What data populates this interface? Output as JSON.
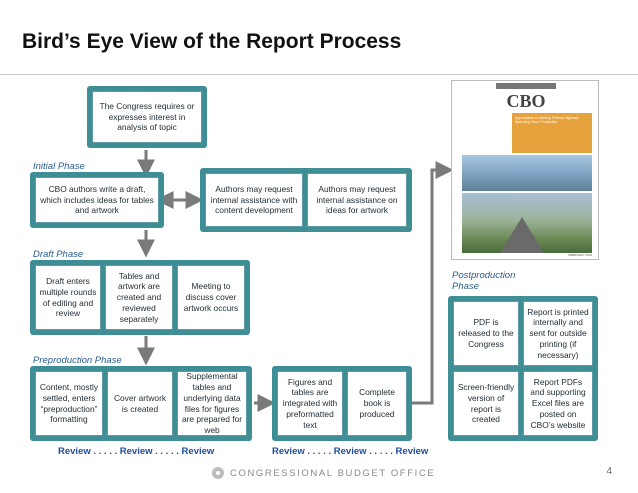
{
  "title": "Bird’s Eye View of the Report Process",
  "phases": {
    "initial": "Initial Phase",
    "draft": "Draft Phase",
    "preproduction": "Preproduction Phase",
    "postproduction_l1": "Postproduction",
    "postproduction_l2": "Phase"
  },
  "boxes": {
    "congress": "The Congress requires or expresses interest in analysis of topic",
    "cbo_draft": "CBO authors write a draft, which includes ideas for tables and artwork",
    "assist_content": "Authors may request internal assistance with content development",
    "assist_artwork": "Authors may request internal assistance on ideas for artwork",
    "draft_rounds": "Draft enters multiple rounds of editing and review",
    "tables_artwork": "Tables and artwork are created and reviewed separately",
    "cover_meeting": "Meeting to discuss cover artwork occurs",
    "content_settled": "Content, mostly settled, enters “preproduction” formatting",
    "cover_created": "Cover artwork is created",
    "supplemental": "Supplemental tables and underlying data files for figures are prepared for web",
    "integrated": "Figures and tables are integrated with preformatted text",
    "complete_book": "Complete book is produced",
    "pdf_released": "PDF is released to the Congress",
    "printed": "Report is printed internally and sent for outside printing (if necessary)",
    "screen_friendly": "Screen-friendly version of report is created",
    "posted": "Report PDFs and supporting Excel files are posted on CBO’s website"
  },
  "review_left": "Review . . . . . Review . . . . . Review",
  "review_mid": "Review . . . . . Review . . . . . Review",
  "cover": {
    "logo": "CBO",
    "subtitle": "Approaches to Making Federal Highway Spending More Productive",
    "date": "FEBRUARY 2016"
  },
  "footer": "CONGRESSIONAL BUDGET OFFICE",
  "page_number": "4",
  "colors": {
    "panel": "#3f8d95",
    "box_border": "#5f9aa3",
    "arrow": "#7a7a7a",
    "phase_text": "#2a5d8f",
    "review_text": "#1f4e9a"
  }
}
